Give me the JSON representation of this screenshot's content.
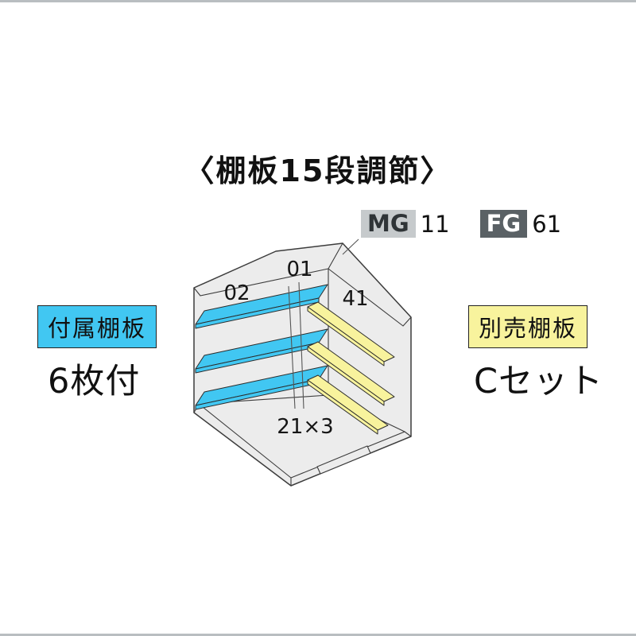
{
  "title": "〈棚板15段調節〉",
  "codes": {
    "mg_label": "MG",
    "mg_value": "11",
    "fg_label": "FG",
    "fg_value": "61"
  },
  "included_shelves": {
    "tag": "付属棚板",
    "quantity": "6枚付"
  },
  "optional_shelves": {
    "tag": "別売棚板",
    "set": "Cセット"
  },
  "diagram": {
    "shelf_section_left": "02",
    "shelf_section_back": "01",
    "shelf_section_right": "41",
    "support_posts": "21×3"
  },
  "colors": {
    "shelf_cyan": "#41c7f2",
    "shelf_yellow": "#f8f39d",
    "chip_gray": "#c6cacc",
    "chip_dark": "#5a6165",
    "wall_gray": "#ececec",
    "outline": "#3c3c3c"
  }
}
